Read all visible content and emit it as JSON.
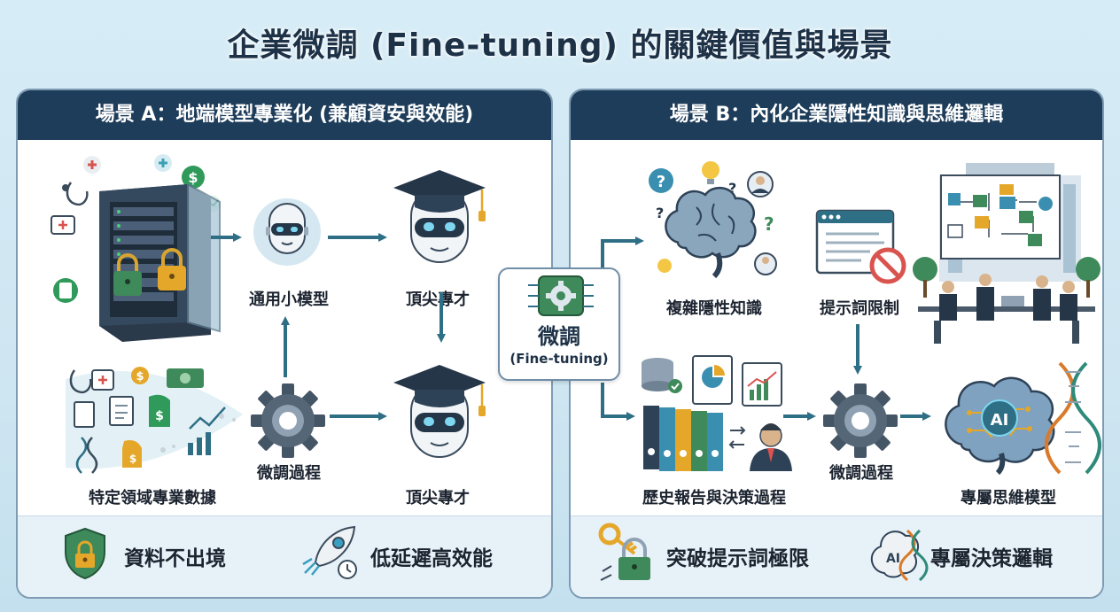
{
  "title": "企業微調 (Fine-tuning) 的關鍵價值與場景",
  "center": {
    "title": "微調",
    "subtitle": "(Fine-tuning)"
  },
  "scenario_a": {
    "header": "場景 A：地端模型專業化 (兼顧資安與效能)",
    "general_model": "通用小模型",
    "expert_top": "頂尖專才",
    "domain_data": "特定領域專業數據",
    "fine_tune_process": "微調過程",
    "expert_bottom": "頂尖專才",
    "benefits": [
      "資料不出境",
      "低延遲高效能"
    ]
  },
  "scenario_b": {
    "header": "場景 B：內化企業隱性知識與思維邏輯",
    "tacit_knowledge": "複雜隱性知識",
    "prompt_limit": "提示詞限制",
    "history": "歷史報告與決策過程",
    "fine_tune_process": "微調過程",
    "thinking_model": "專屬思維模型",
    "benefits": [
      "突破提示詞極限",
      "專屬決策邏輯"
    ]
  },
  "colors": {
    "navy": "#1e3d5a",
    "teal_arrow": "#2e6f86",
    "green": "#3f8a5a",
    "gold": "#e5a72a"
  },
  "icons": [
    "server-rack-icon",
    "lock-icon",
    "robot-icon",
    "graduation-cap-icon",
    "gear-icon",
    "brain-icon",
    "browser-window-icon",
    "prohibited-icon",
    "binders-icon",
    "businessman-icon",
    "ai-brain-icon",
    "dna-icon",
    "shield-lock-icon",
    "rocket-icon",
    "key-icon",
    "ai-dna-icon"
  ]
}
